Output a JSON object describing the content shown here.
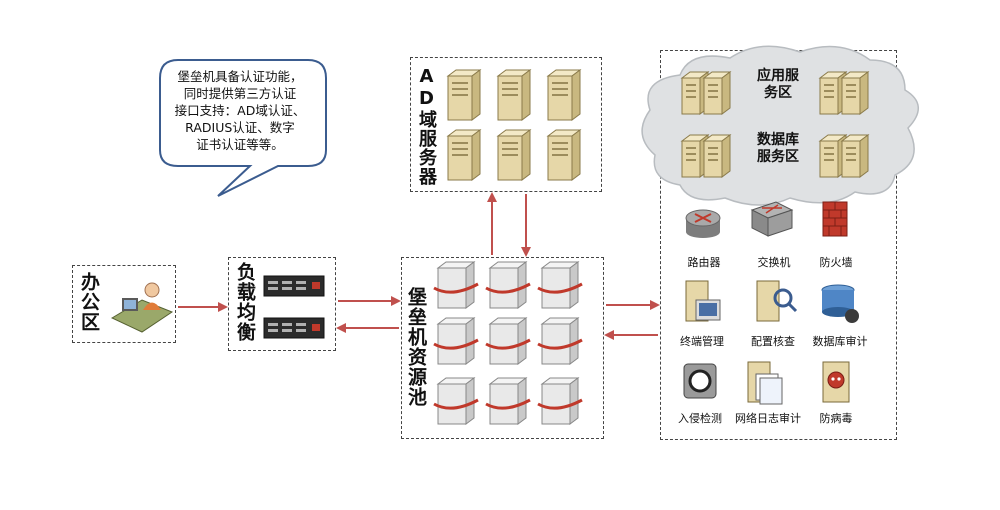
{
  "bubble": {
    "lines": [
      "堡垒机具备认证功能，",
      "同时提供第三方认证",
      "接口支持：AD域认证、",
      "RADIUS认证、数字",
      "证书认证等等。"
    ]
  },
  "office": {
    "label": "办公区"
  },
  "load_balancer": {
    "label": "负载均衡"
  },
  "ad_server": {
    "label": "AD域服务器"
  },
  "bastion_pool": {
    "label": "堡垒机资源池"
  },
  "cloud": {
    "app_zone": "应用服务区",
    "db_zone": "数据库服务区"
  },
  "devices": {
    "router": "路由器",
    "switch": "交换机",
    "firewall": "防火墙",
    "terminal": "终端管理",
    "config": "配置核查",
    "db_audit": "数据库审计",
    "ids": "入侵检测",
    "net_log": "网络日志审计",
    "antivirus": "防病毒"
  },
  "colors": {
    "arrow": "#c0504d",
    "bubble_border": "#3b5c8f",
    "server_tan": "#e6d7a8",
    "bastion_red": "#c0392b"
  }
}
